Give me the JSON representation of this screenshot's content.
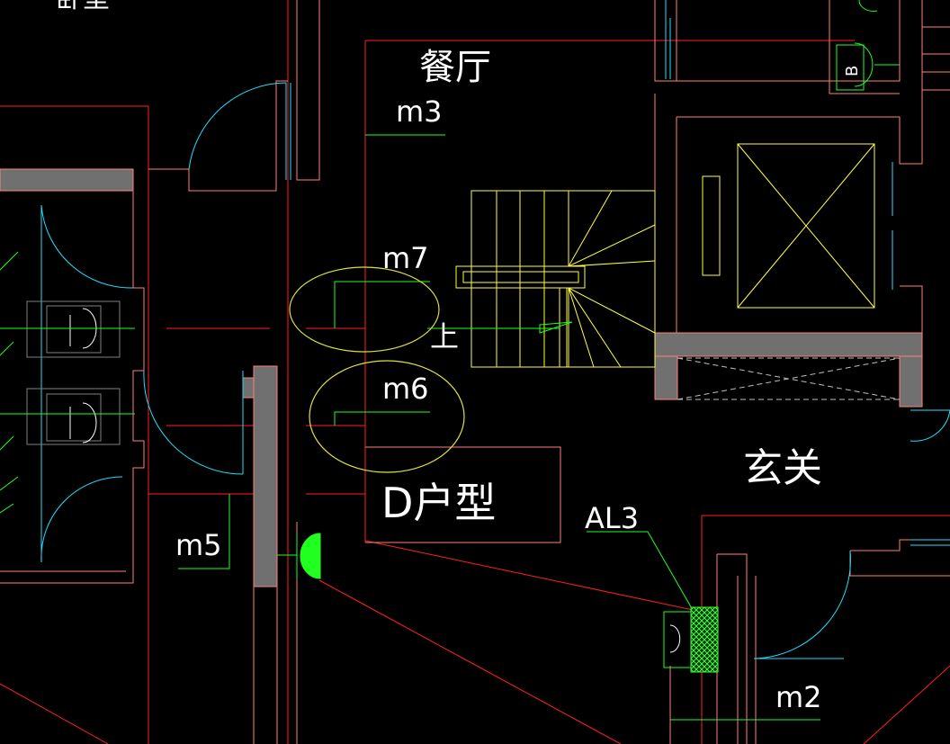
{
  "labels": {
    "top_left_cut": "卧室",
    "dining": "餐厅",
    "m3": "m3",
    "m7": "m7",
    "up": "上",
    "m6": "m6",
    "unit_type": "D户型",
    "foyer": "玄关",
    "al3": "AL3",
    "m5": "m5",
    "m2": "m2",
    "b_mark": "B"
  },
  "colors": {
    "background": "#000000",
    "wall_red": "#ff2020",
    "wall_pink": "#ff8080",
    "door_cyan": "#20e0ff",
    "stair_yellow": "#ffff40",
    "annot_green": "#20ff20",
    "fill_gray": "#707070",
    "text_white": "#ffffff"
  },
  "icons": {
    "light_fixture": "half-circle-green-icon",
    "distribution_box": "hatched-box-icon",
    "elevator": "x-box-icon"
  }
}
